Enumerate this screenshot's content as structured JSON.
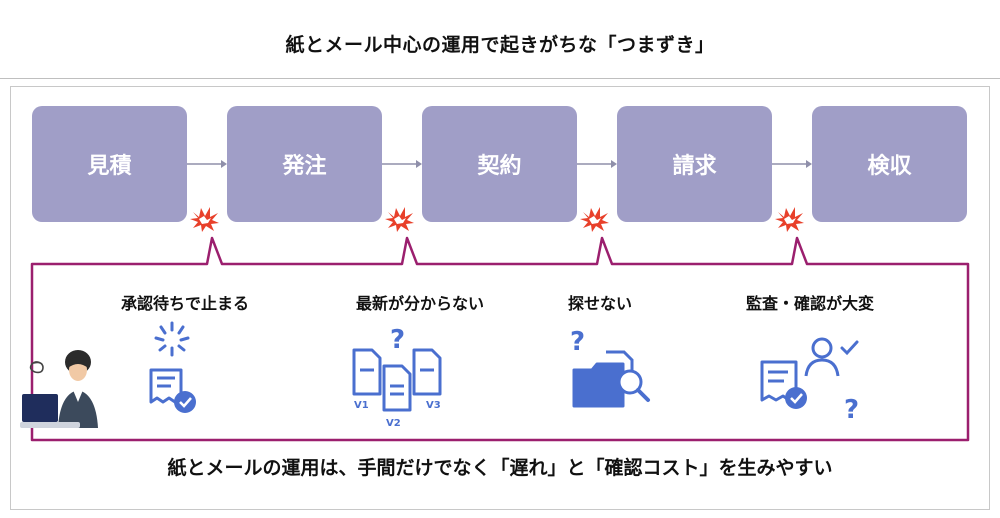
{
  "title": "紙とメール中心の運用で起きがちな「つまずき」",
  "steps": [
    "見積",
    "発注",
    "契約",
    "請求",
    "検収"
  ],
  "issues": [
    {
      "label": "承認待ちで止まる",
      "icon": "loading-approval-icon"
    },
    {
      "label": "最新が分からない",
      "icon": "version-documents-icon"
    },
    {
      "label": "探せない",
      "icon": "folder-search-icon"
    },
    {
      "label": "監査・確認が大変",
      "icon": "audit-check-icon"
    }
  ],
  "versions": [
    "V1",
    "V2",
    "V3"
  ],
  "footer": "紙とメールの運用は、手間だけでなく「遅れ」と「確認コスト」を生みやすい",
  "colors": {
    "step": "#a09ec7",
    "callout": "#9b1f6e",
    "icon": "#4a6fcf",
    "burst": "#e8402a",
    "arrow": "#8f8faa"
  }
}
